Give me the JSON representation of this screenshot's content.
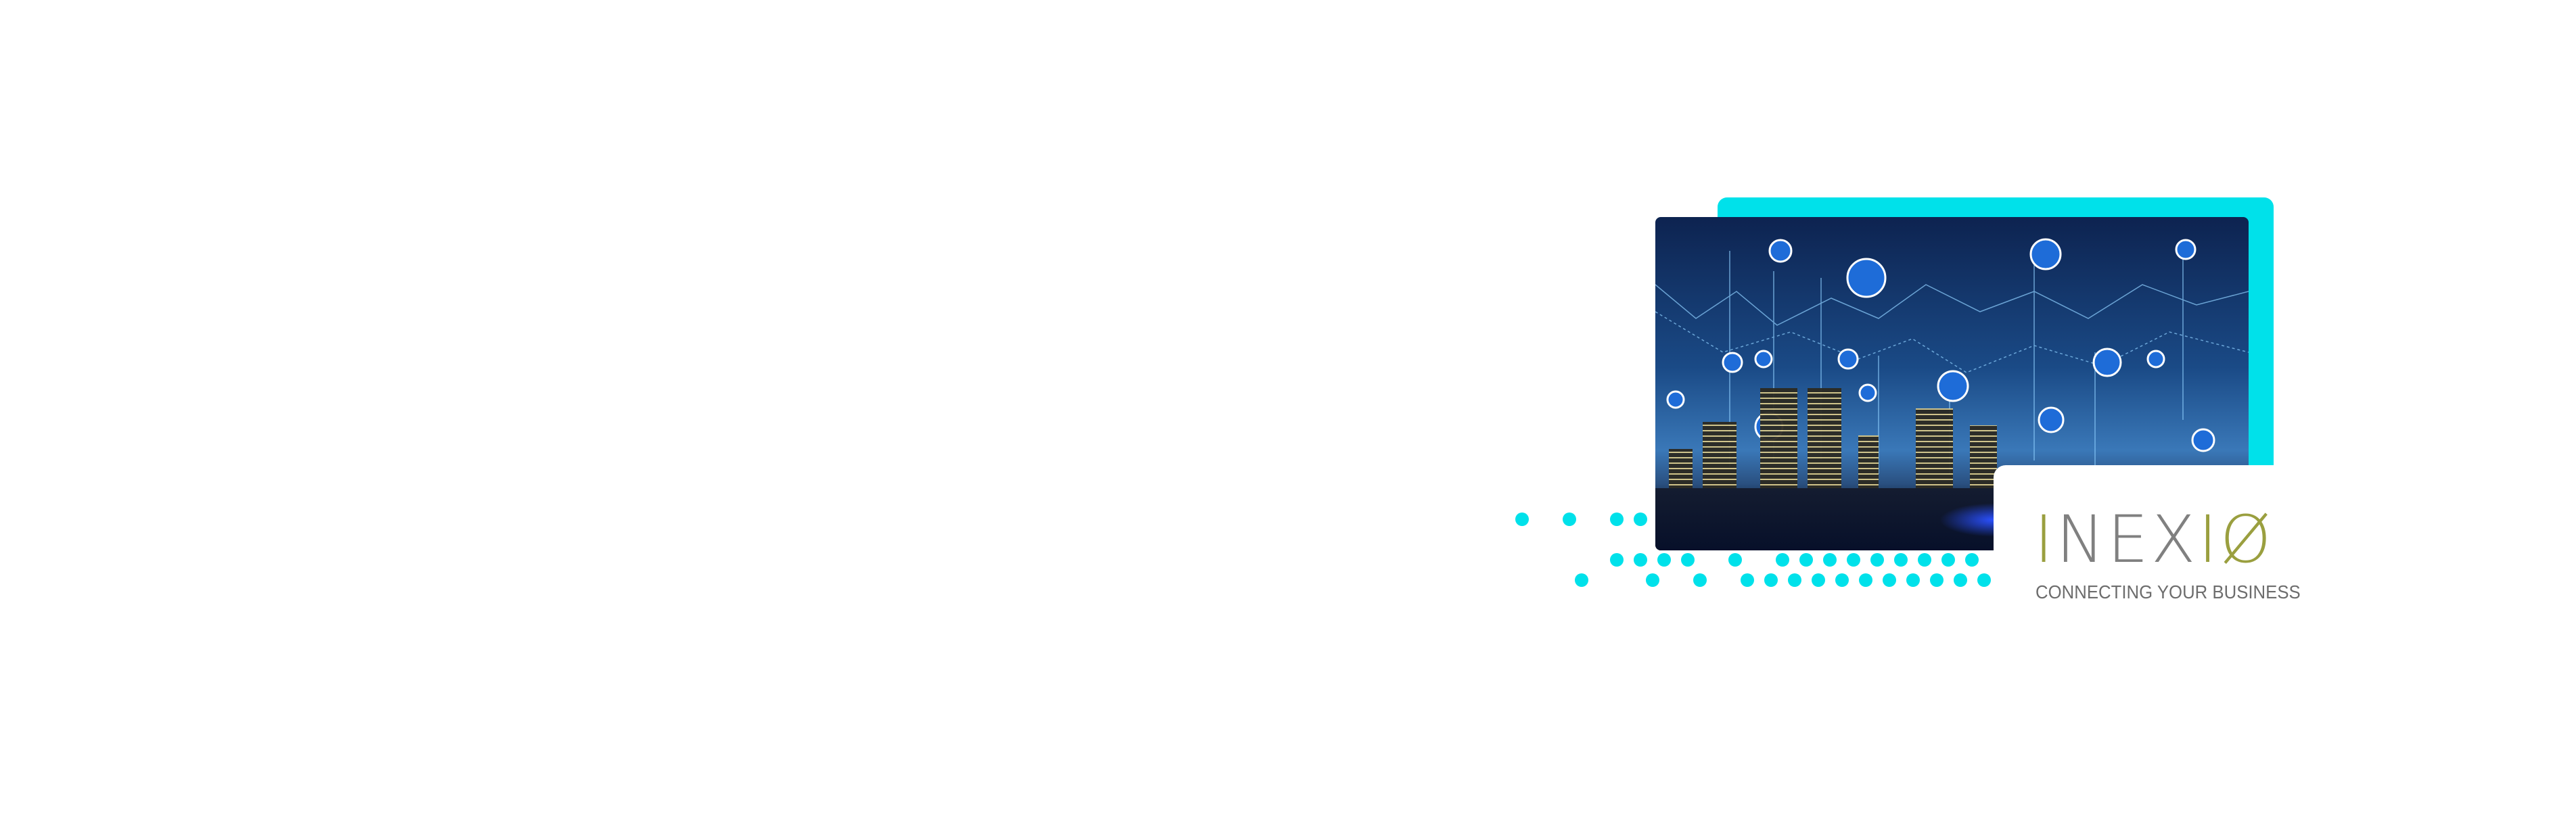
{
  "logo": {
    "letters": [
      "I",
      "NEX",
      "I",
      "Ø"
    ],
    "name": "INEXIO",
    "tagline": "CONNECTING YOUR BUSINESS"
  },
  "colors": {
    "accent_cyan": "#00e1ea",
    "logo_olive": "#9a9f3f",
    "logo_grey": "#808080"
  },
  "image": {
    "subject": "smart-city-network-icons"
  }
}
